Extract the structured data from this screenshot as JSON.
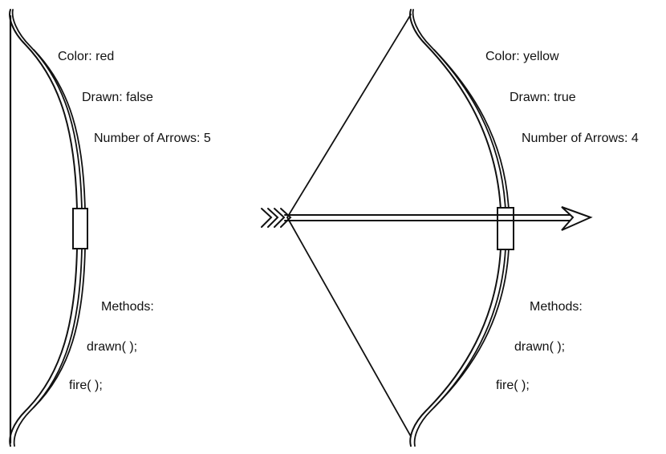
{
  "bows": [
    {
      "state": "undrawn",
      "properties": {
        "color": "Color: red",
        "drawn": "Drawn: false",
        "arrows": "Number of Arrows: 5"
      },
      "methods": {
        "heading": "Methods:",
        "drawn": "drawn( );",
        "fire": "fire( );"
      }
    },
    {
      "state": "drawn",
      "properties": {
        "color": "Color: yellow",
        "drawn": "Drawn: true",
        "arrows": "Number of Arrows: 4"
      },
      "methods": {
        "heading": "Methods:",
        "drawn": "drawn( );",
        "fire": "fire( );"
      }
    }
  ],
  "colors": {
    "ink": "#111111",
    "background": "#ffffff"
  }
}
